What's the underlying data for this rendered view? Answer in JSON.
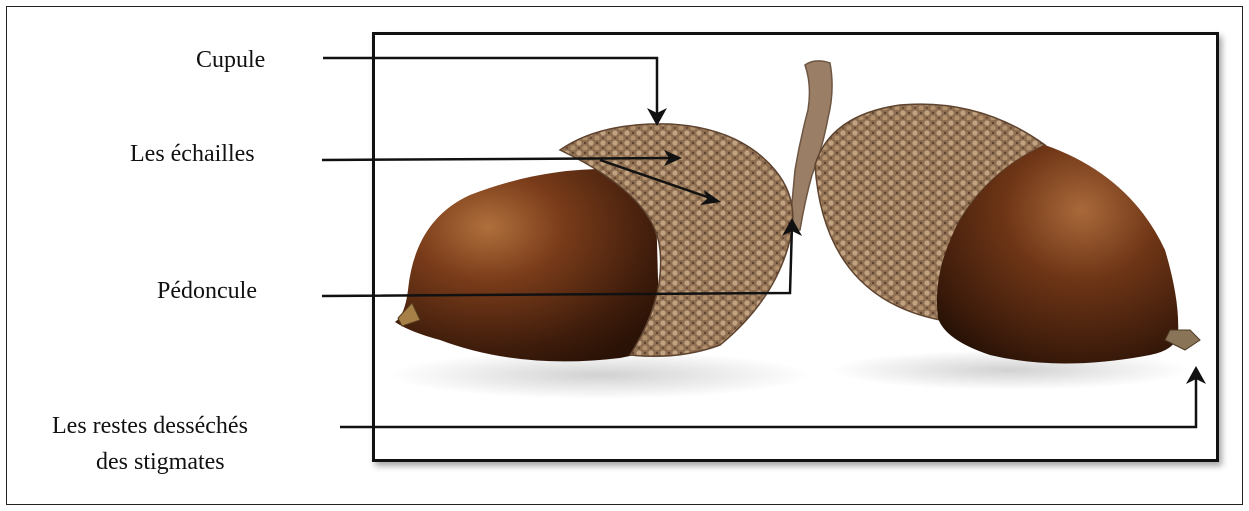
{
  "labels": {
    "cupule": "Cupule",
    "echailles": "Les échailles",
    "pedoncule": "Pédoncule",
    "restes_line1": "Les restes desséchés",
    "restes_line2": "des stigmates"
  },
  "colors": {
    "nut_dark": "#3a1a0a",
    "nut_mid": "#6b3518",
    "nut_light": "#9a5a2e",
    "cup": "#8a6a4e",
    "cup_light": "#b99a78",
    "arrow": "#111111"
  }
}
